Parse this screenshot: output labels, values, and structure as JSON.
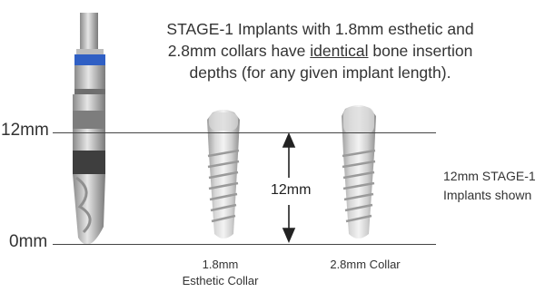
{
  "caption": {
    "line1": "STAGE-1 Implants with 1.8mm esthetic and",
    "line2_pre": "2.8mm collars have ",
    "line2_underlined": "identical",
    "line2_post": " bone insertion",
    "line3": "depths (for any given implant length)."
  },
  "marks": {
    "top": "12mm",
    "bottom": "0mm"
  },
  "dimension_label": "12mm",
  "side_note": {
    "line1": "12mm STAGE-1",
    "line2": "Implants shown"
  },
  "implants": [
    {
      "label_line1": "1.8mm",
      "label_line2": "Esthetic Collar"
    },
    {
      "label_line1": "2.8mm Collar",
      "label_line2": ""
    }
  ],
  "colors": {
    "probe_band": "#2f5fc4",
    "line": "#444444",
    "implant_metal": "#c9c9c9"
  }
}
